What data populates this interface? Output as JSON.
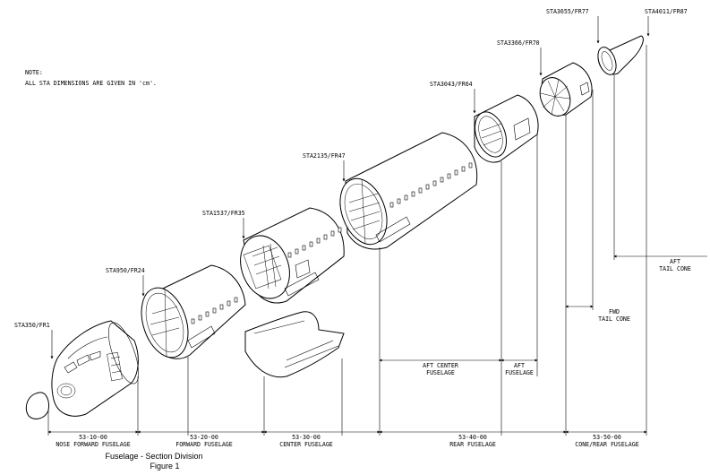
{
  "note": {
    "title": "NOTE:",
    "text": "ALL STA DIMENSIONS ARE GIVEN IN 'cm'."
  },
  "stations": {
    "fr1": "STA350/FR1",
    "fr24": "STA950/FR24",
    "fr35": "STA1537/FR35",
    "fr47": "STA2135/FR47",
    "fr64": "STA3043/FR64",
    "fr70": "STA3366/FR70",
    "fr77": "STA3655/FR77",
    "fr87": "STA4011/FR87"
  },
  "sections": {
    "s1_code": "53-10-00",
    "s1_name": "NOSE FORWARD FUSELAGE",
    "s2_code": "53-20-00",
    "s2_name": "FORWARD FUSELAGE",
    "s3_code": "53-30-00",
    "s3_name": "CENTER FUSELAGE",
    "s4_code": "53-40-00",
    "s4_name": "REAR FUSELAGE",
    "s5_code": "53-50-00",
    "s5_name": "CONE/REAR FUSELAGE"
  },
  "sub_sections": {
    "aft_center_1": "AFT CENTER",
    "aft_center_2": "FUSELAGE",
    "aft_1": "AFT",
    "aft_2": "FUSELAGE",
    "fwd_tail_1": "FWD",
    "fwd_tail_2": "TAIL CONE",
    "aft_tail_1": "AFT",
    "aft_tail_2": "TAIL CONE"
  },
  "caption": {
    "line1": "Fuselage - Section Division",
    "line2": "Figure 1"
  }
}
